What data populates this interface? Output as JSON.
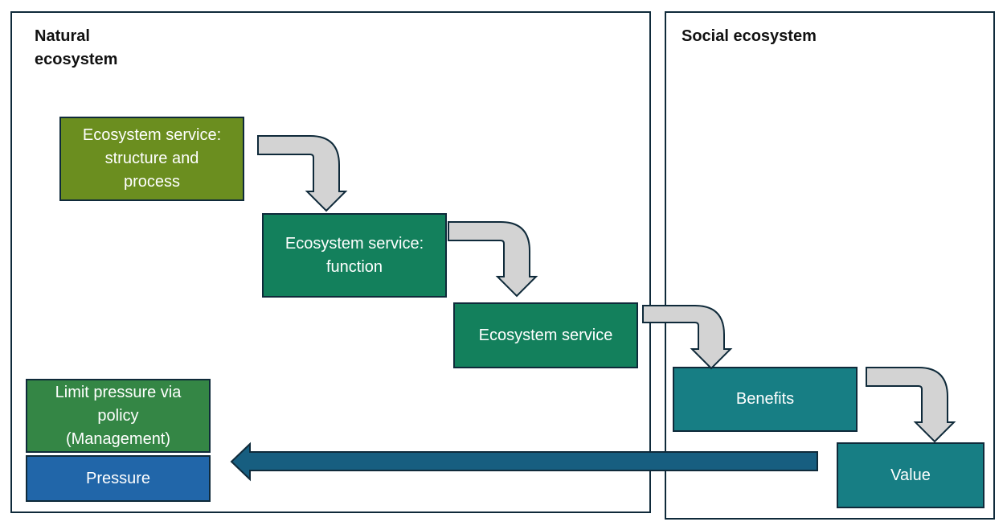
{
  "colors": {
    "frame_border": "#0f2a3a",
    "structure_box": "#6b8e1f",
    "function_box": "#13805c",
    "service_box": "#13805c",
    "benefits_box": "#177e84",
    "value_box": "#177e84",
    "management_box": "#348645",
    "pressure_box": "#2166a9",
    "flow_arrow_fill": "#d3d3d3",
    "feedback_arrow_fill": "#175e80"
  },
  "frames": {
    "natural": {
      "title": "Natural\necosystem"
    },
    "social": {
      "title": "Social ecosystem"
    }
  },
  "boxes": {
    "structure": "Ecosystem service:\nstructure and\nprocess",
    "function": "Ecosystem service:\nfunction",
    "service": "Ecosystem service",
    "benefits": "Benefits",
    "value": "Value",
    "management": "Limit pressure via\npolicy\n(Management)",
    "pressure": "Pressure"
  },
  "flow": [
    {
      "from": "Ecosystem service: structure and process",
      "to": "Ecosystem service: function"
    },
    {
      "from": "Ecosystem service: function",
      "to": "Ecosystem service"
    },
    {
      "from": "Ecosystem service",
      "to": "Benefits"
    },
    {
      "from": "Benefits",
      "to": "Value"
    },
    {
      "from": "Value",
      "to": "Pressure",
      "type": "feedback"
    }
  ]
}
